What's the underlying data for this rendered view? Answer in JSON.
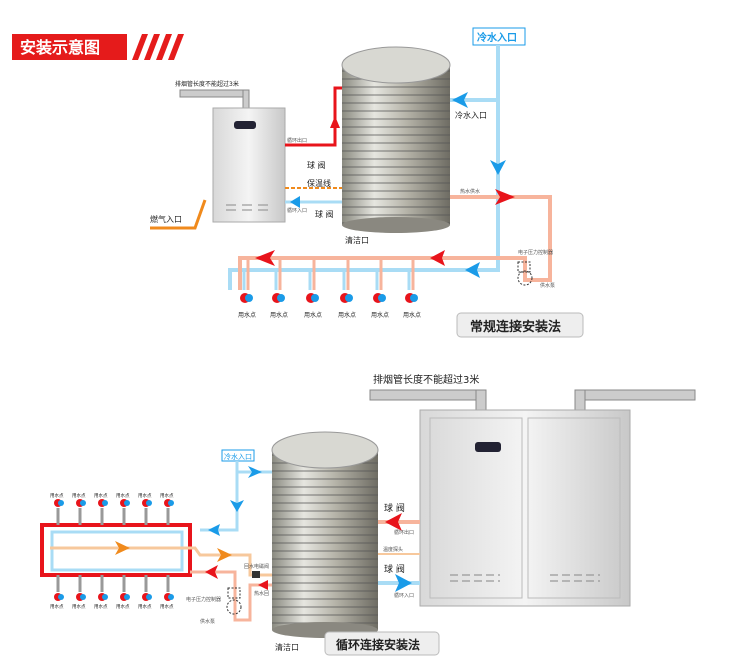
{
  "title": "安装示意图",
  "top": {
    "flue_note": "排烟管长度不能超过3米",
    "cold_inlet_box": "冷水入口",
    "cold_inlet": "冷水入口",
    "ball_valve_1": "球 阀",
    "ball_valve_2": "球 阀",
    "insulation": "保温线",
    "gas_inlet": "燃气入口",
    "circ_out": "循环出口",
    "circ_in": "循环入口",
    "hot_supply": "热水供水",
    "clean_port": "清洁口",
    "pressure_ctrl": "电子压力控制器",
    "pump": "供水泵",
    "points": [
      "用水点",
      "用水点",
      "用水点",
      "用水点",
      "用水点",
      "用水点"
    ],
    "method_label": "常规连接安装法"
  },
  "bottom": {
    "flue_note": "排烟管长度不能超过3米",
    "cold_inlet_box": "冷水入口",
    "ball_valve_1": "球 阀",
    "ball_valve_2": "球 阀",
    "circ_out": "循环出口",
    "circ_in": "循环入口",
    "temp_probe": "温度探头",
    "return_valve": "回水电磁阀",
    "hot_return": "热水回",
    "pressure_ctrl": "电子压力控制器",
    "pump": "供水泵",
    "clean_port": "清洁口",
    "points_top": [
      "用水点",
      "用水点",
      "用水点",
      "用水点",
      "用水点",
      "用水点"
    ],
    "points_bottom": [
      "用水点",
      "用水点",
      "用水点",
      "用水点",
      "用水点",
      "用水点"
    ],
    "method_label": "循环连接安装法"
  },
  "colors": {
    "hot": "#e8141b",
    "cold": "#1a9be8",
    "pipe_hot": "#f7b49c",
    "pipe_cold": "#a9dcf5",
    "orange": "#f08a1c"
  }
}
